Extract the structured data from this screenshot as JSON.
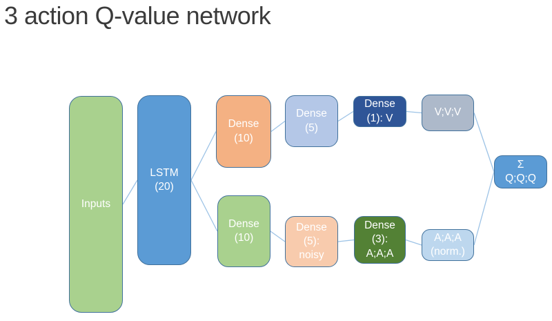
{
  "title": "3 action Q-value network",
  "colors": {
    "background": "#FFFFFF",
    "title_text": "#3B3B3B",
    "connector": "#9DC3E6",
    "node_border": "#41719C",
    "node_text": "#FFFFFF"
  },
  "diagram": {
    "nodes": [
      {
        "id": "inputs",
        "label": "Inputs",
        "fill": "#A9D18E"
      },
      {
        "id": "lstm",
        "label": "LSTM\n(20)",
        "fill": "#5B9BD5"
      },
      {
        "id": "dense10-top",
        "label": "Dense\n(10)",
        "fill": "#F4B183"
      },
      {
        "id": "dense5",
        "label": "Dense\n(5)",
        "fill": "#B4C7E7"
      },
      {
        "id": "dense1-v",
        "label": "Dense\n(1): V",
        "fill": "#2F5597"
      },
      {
        "id": "vvv",
        "label": "V;V;V",
        "fill": "#ADB9CA"
      },
      {
        "id": "dense10-bottom",
        "label": "Dense\n(10)",
        "fill": "#A9D18E"
      },
      {
        "id": "dense5-noisy",
        "label": "Dense\n(5):\nnoisy",
        "fill": "#F8CBAD"
      },
      {
        "id": "dense3-aaa",
        "label": "Dense\n(3):\nA;A;A",
        "fill": "#538135"
      },
      {
        "id": "aaa-norm",
        "label": "A;A;A\n(norm.)",
        "fill": "#BDD7EE"
      },
      {
        "id": "sigma",
        "label": "Σ\nQ;Q;Q",
        "fill": "#5B9BD5"
      }
    ],
    "edges": [
      {
        "from": "inputs",
        "to": "lstm"
      },
      {
        "from": "lstm",
        "to": "dense10-top"
      },
      {
        "from": "lstm",
        "to": "dense10-bottom"
      },
      {
        "from": "dense10-top",
        "to": "dense5"
      },
      {
        "from": "dense5",
        "to": "dense1-v"
      },
      {
        "from": "dense1-v",
        "to": "vvv"
      },
      {
        "from": "vvv",
        "to": "sigma"
      },
      {
        "from": "dense10-bottom",
        "to": "dense5-noisy"
      },
      {
        "from": "dense5-noisy",
        "to": "dense3-aaa"
      },
      {
        "from": "dense3-aaa",
        "to": "aaa-norm"
      },
      {
        "from": "aaa-norm",
        "to": "sigma"
      }
    ]
  }
}
